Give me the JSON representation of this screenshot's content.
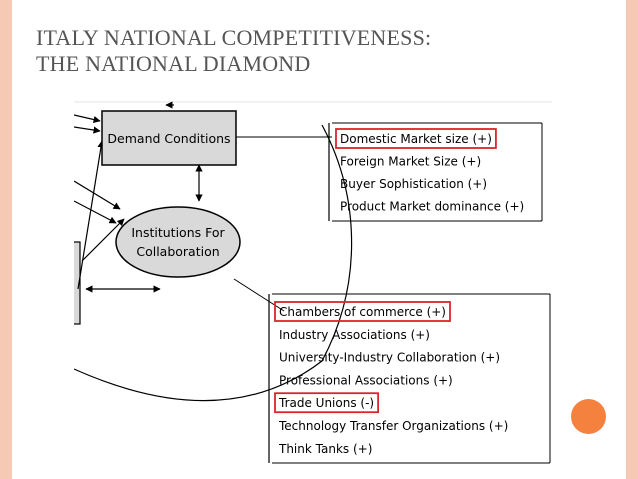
{
  "slide": {
    "title_line1": "ITALY NATIONAL COMPETITIVENESS:",
    "title_line2": "THE NATIONAL DIAMOND"
  },
  "diagram": {
    "demand_conditions": "Demand Conditions",
    "institutions_line1": "Institutions For",
    "institutions_line2": "Collaboration",
    "demand_factors": [
      {
        "label": "Domestic Market size (+)",
        "highlighted": true
      },
      {
        "label": "Foreign Market Size (+)",
        "highlighted": false
      },
      {
        "label": "Buyer Sophistication (+)",
        "highlighted": false
      },
      {
        "label": "Product Market dominance (+)",
        "highlighted": false
      }
    ],
    "institution_factors": [
      {
        "label": "Chambers of commerce (+)",
        "highlighted": true
      },
      {
        "label": "Industry Associations (+)",
        "highlighted": false
      },
      {
        "label": "University-Industry Collaboration (+)",
        "highlighted": false
      },
      {
        "label": "Professional Associations (+)",
        "highlighted": false
      },
      {
        "label": "Trade Unions (-)",
        "highlighted": true
      },
      {
        "label": "Technology Transfer Organizations (+)",
        "highlighted": false
      },
      {
        "label": "Think Tanks (+)",
        "highlighted": false
      }
    ],
    "highlight_color": "#d9262b"
  },
  "theme": {
    "border_color": "#f5c9b4",
    "accent_dot": "#f5813f"
  }
}
